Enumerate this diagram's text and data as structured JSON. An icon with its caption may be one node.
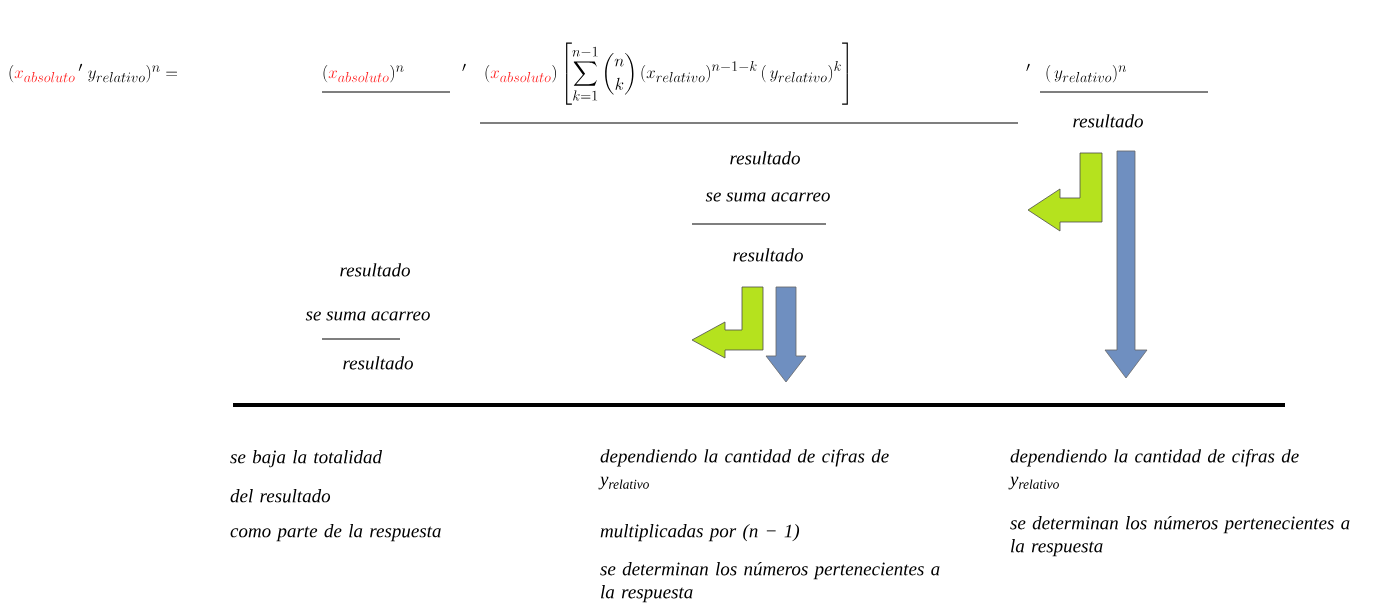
{
  "diagram": {
    "labels": [
      "(",
      "x_{absoluto}",
      "\\,{}' \\; y_{relativo})^{n} =",
      "(",
      "x_{absoluto}",
      ")^{n}",
      "'",
      "(",
      "x_{absoluto}",
      ")\\left[\\sum_{k=1}^{n-1}\\binom{n}{k}\\,(x_{relativo})^{n-1-k}\\,(\\,y_{relativo})^{k}\\right]",
      "'",
      "(\\,y_{relativo})^{n}",
      "resultado",
      "resultado",
      "se suma acarreo",
      "resultado",
      "resultado",
      "se suma acarreo",
      "resultado",
      "se baja la totalidad",
      "del resultado",
      "como parte de la respuesta",
      "dependiendo la cantidad de cifras de y$_{relativo}$",
      "multiplicadas por (n − 1)",
      "se determinan los números pertenecientes a la respuesta",
      "dependiendo la cantidad de cifras de y$_{relativo}$",
      "se determinan los números pertenecientes a la respuesta"
    ]
  }
}
